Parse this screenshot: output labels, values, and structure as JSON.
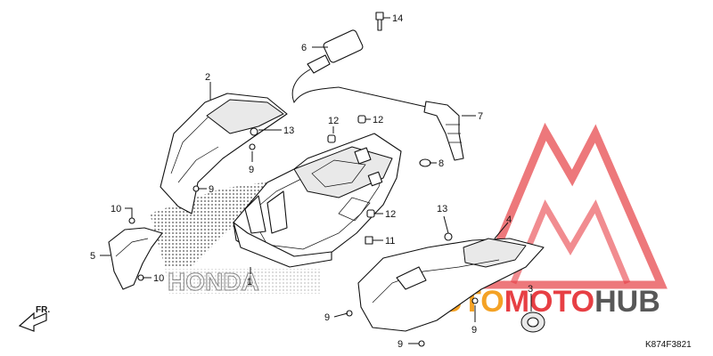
{
  "diagram": {
    "code": "K874F3821",
    "direction_label": "FR.",
    "brand_mark": "HONDA",
    "watermark": {
      "prefix": "AUTO",
      "middle": "MOTO",
      "suffix": "HUB",
      "colors": {
        "red": "#e31e24",
        "orange": "#f39200",
        "dark": "#3c3c3c"
      }
    },
    "callouts": [
      "14",
      "6",
      "7",
      "2",
      "13",
      "9",
      "9",
      "12",
      "12",
      "8",
      "12",
      "11",
      "10",
      "5",
      "10",
      "1",
      "13",
      "4",
      "3",
      "9",
      "9",
      "9"
    ]
  }
}
